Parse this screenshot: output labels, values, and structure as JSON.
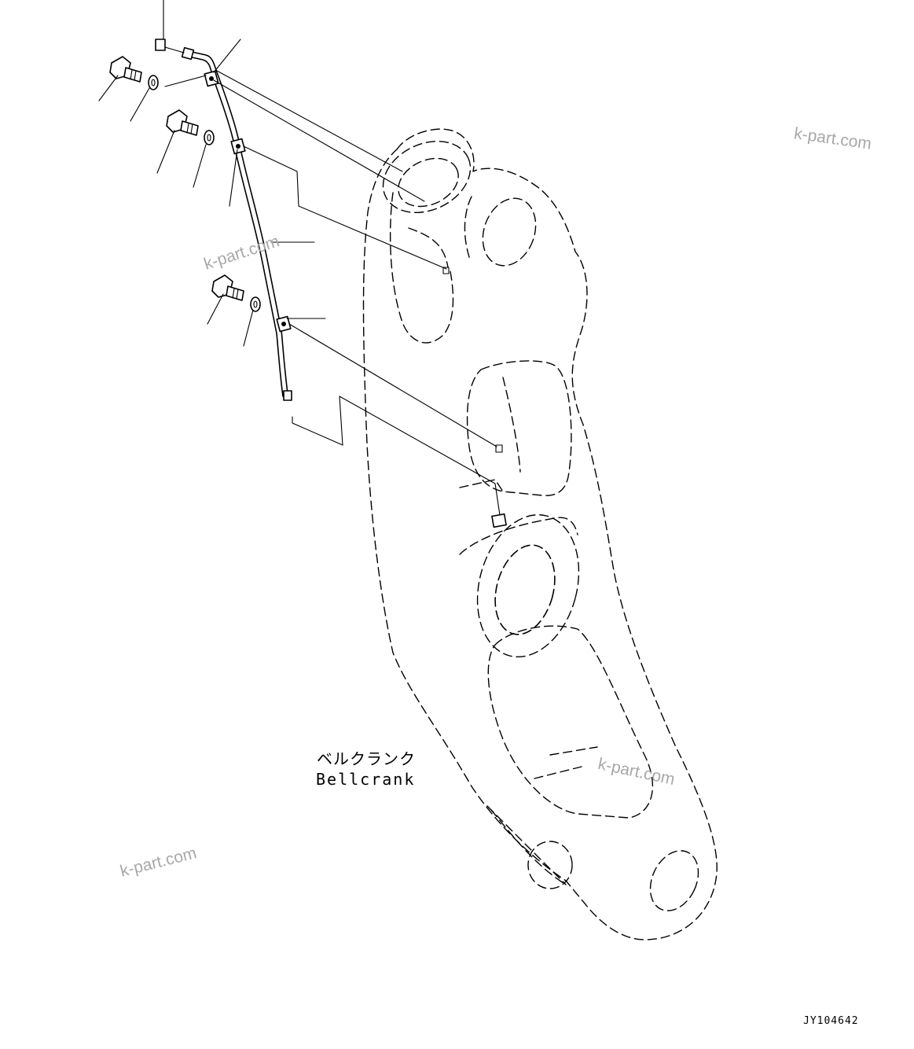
{
  "labels": {
    "part_name_jp": "ベルクランク",
    "part_name_en": "Bellcrank",
    "drawing_number": "JY104642"
  },
  "watermarks": [
    "k-part.com",
    "k-part.com",
    "k-part.com",
    "k-part.com"
  ]
}
